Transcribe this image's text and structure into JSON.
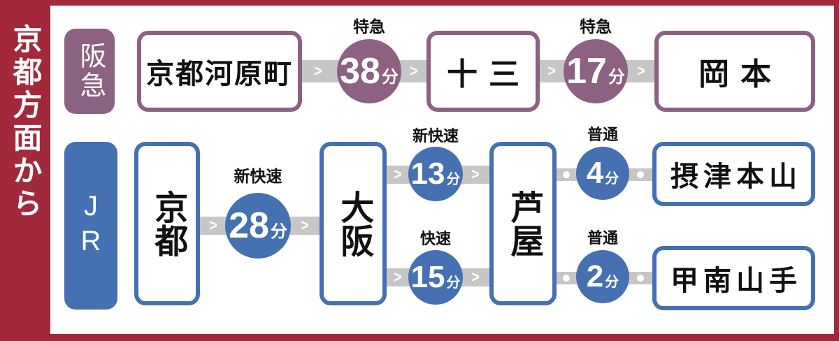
{
  "sidebar": {
    "title": "京都方面から"
  },
  "icons": {
    "chevron": ">"
  },
  "colors": {
    "frame_red": "#A2293B",
    "hankyu_purple": "#8C6181",
    "jr_blue": "#4571B2",
    "connector_gray": "#C6C6C6",
    "text_black": "#111111"
  },
  "hankyu": {
    "label": "阪急",
    "stations": {
      "s1": "京都河原町",
      "s2": "十三",
      "s3": "岡本"
    },
    "legs": {
      "l1": {
        "type": "特急",
        "min": "38",
        "unit": "分"
      },
      "l2": {
        "type": "特急",
        "min": "17",
        "unit": "分"
      }
    }
  },
  "jr": {
    "label": "JR",
    "stations": {
      "s1": "京都",
      "s2": "大阪",
      "s3": "芦屋",
      "s4": "摂津本山",
      "s5": "甲南山手"
    },
    "legs": {
      "l1": {
        "type": "新快速",
        "min": "28",
        "unit": "分"
      },
      "l2": {
        "type": "新快速",
        "min": "13",
        "unit": "分"
      },
      "l3": {
        "type": "快速",
        "min": "15",
        "unit": "分"
      },
      "l4": {
        "type": "普通",
        "min": "4",
        "unit": "分"
      },
      "l5": {
        "type": "普通",
        "min": "2",
        "unit": "分"
      }
    }
  }
}
